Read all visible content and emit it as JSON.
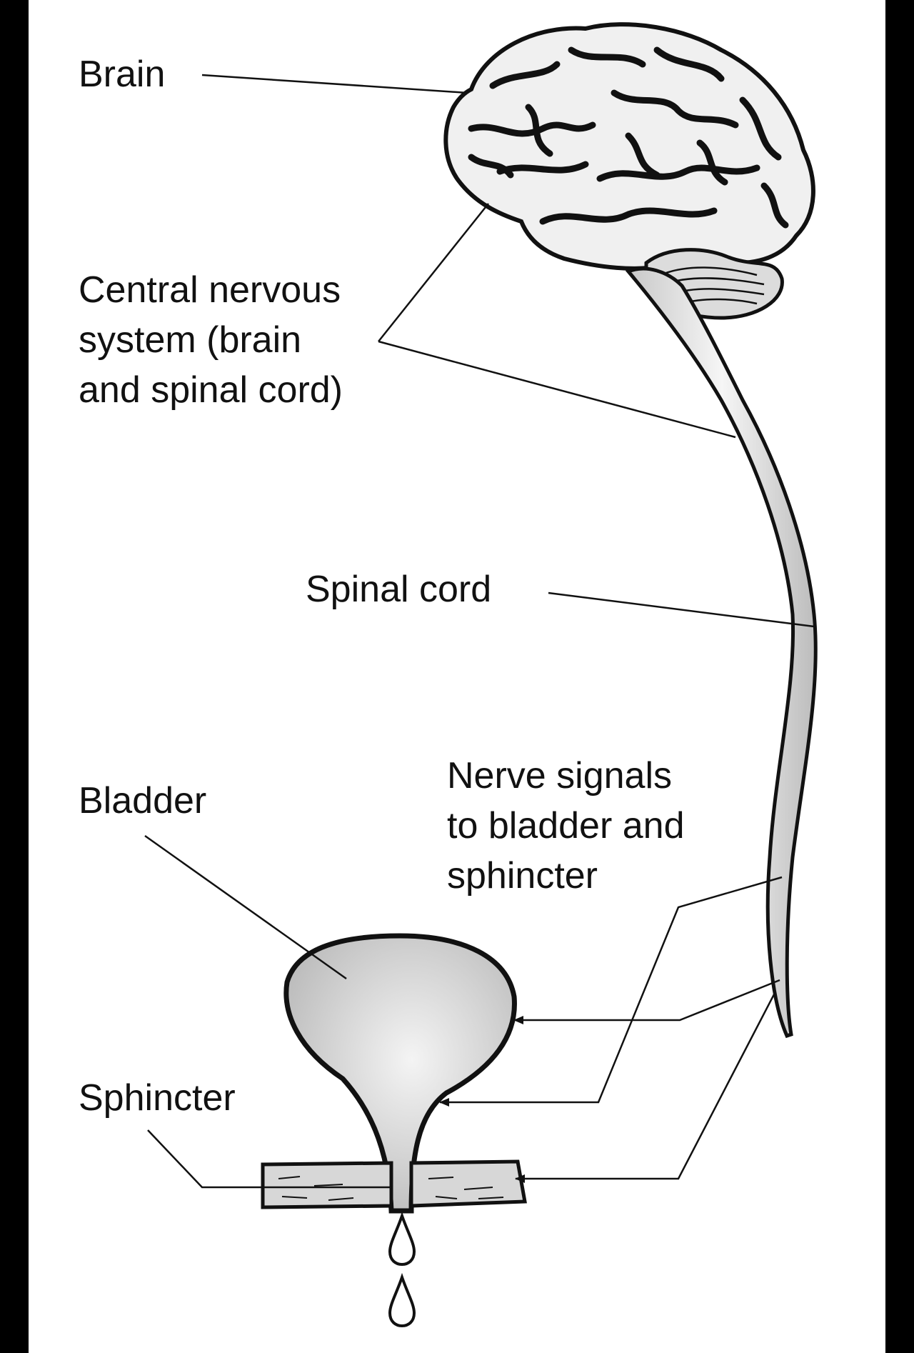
{
  "labels": {
    "brain": "Brain",
    "cns": [
      "Central nervous",
      "system (brain",
      "and spinal cord)"
    ],
    "spinal_cord": "Spinal cord",
    "nerve_signals": [
      "Nerve signals",
      "to bladder and",
      "sphincter"
    ],
    "bladder": "Bladder",
    "sphincter": "Sphincter"
  },
  "colors": {
    "background": "#000000",
    "panel": "#ffffff",
    "ink": "#111111",
    "tissue_fill": "#d9d9d9",
    "brain_fill": "#eeeeee"
  }
}
